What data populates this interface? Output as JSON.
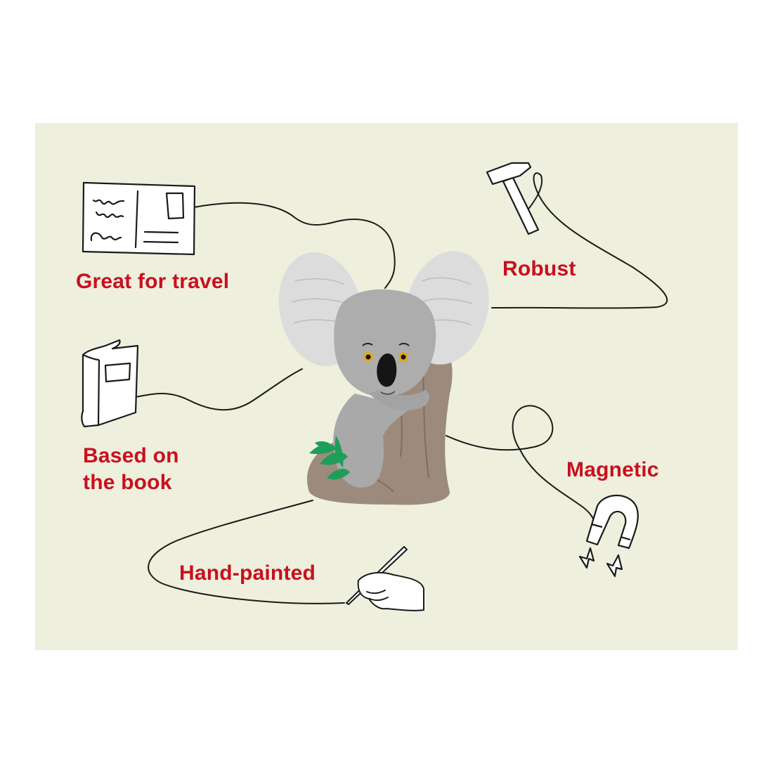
{
  "colors": {
    "page_background": "#ffffff",
    "panel_background": "#eeefdd",
    "label_red": "#c8101e",
    "sketch_line": "#1a1a1a",
    "sketch_fill": "#ffffff",
    "koala_fur": "#a9a9a9",
    "koala_ears": "#d9d9d9",
    "tree_trunk": "#9c8b7c",
    "leaves": "#1f9e5a"
  },
  "product": {
    "figure": "Koala figurine on tree trunk",
    "icon": "koala-figure"
  },
  "features": [
    {
      "id": "travel",
      "label_lines": [
        "Great for travel"
      ],
      "icon": "postcard-icon"
    },
    {
      "id": "robust",
      "label_lines": [
        "Robust"
      ],
      "icon": "hammer-icon"
    },
    {
      "id": "book",
      "label_lines": [
        "Based on",
        "the book"
      ],
      "icon": "book-icon"
    },
    {
      "id": "magnetic",
      "label_lines": [
        "Magnetic"
      ],
      "icon": "magnet-icon"
    },
    {
      "id": "painted",
      "label_lines": [
        "Hand-painted"
      ],
      "icon": "hand-painting-icon"
    }
  ]
}
